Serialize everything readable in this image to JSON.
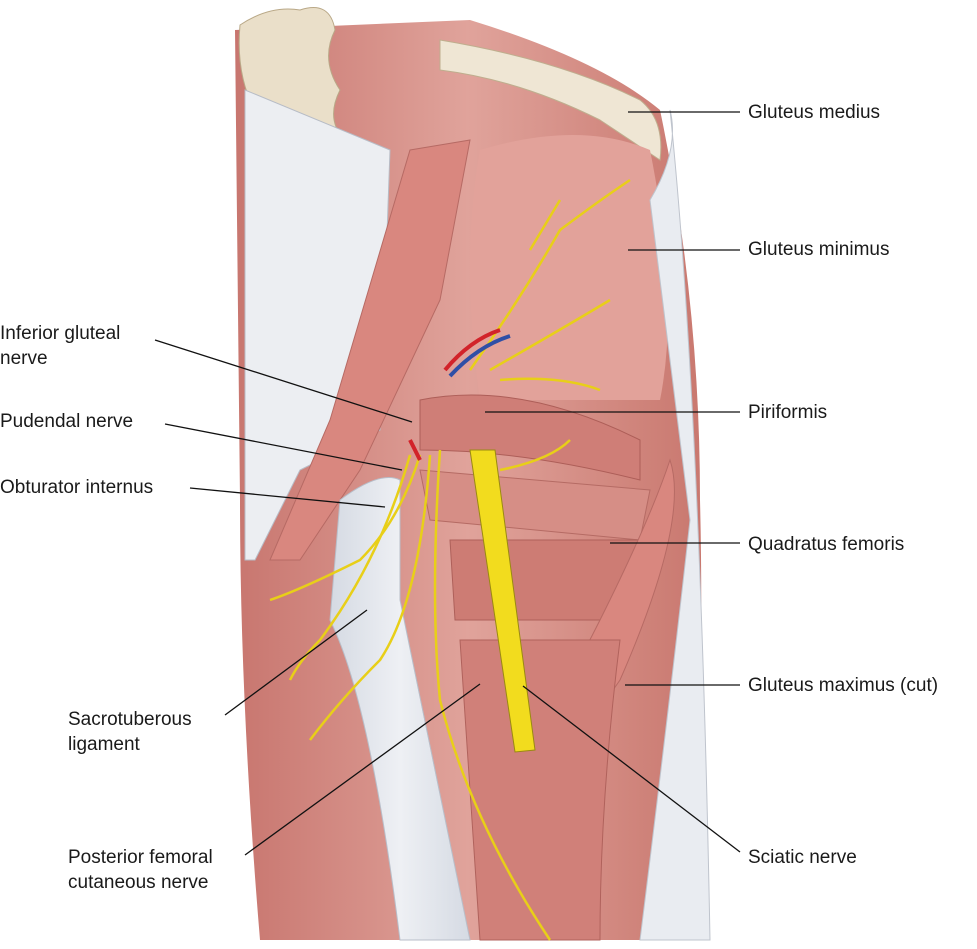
{
  "labels": {
    "gluteus_medius": "Gluteus medius",
    "gluteus_minimus": "Gluteus minimus",
    "inferior_gluteal_nerve": [
      "Inferior gluteal",
      "nerve"
    ],
    "pudendal_nerve": "Pudendal nerve",
    "obturator_internus": "Obturator internus",
    "piriformis": "Piriformis",
    "quadratus_femoris": "Quadratus femoris",
    "gluteus_maximus_cut": "Gluteus maximus (cut)",
    "sacrotuberous_ligament": [
      "Sacrotuberous",
      "ligament"
    ],
    "posterior_femoral_cutaneous_nerve": [
      "Posterior femoral",
      "cutaneous nerve"
    ],
    "sciatic_nerve": "Sciatic nerve"
  },
  "colors": {
    "muscle": "#d98f88",
    "muscle_light": "#eebcb4",
    "muscle_dark": "#c0706a",
    "ligament": "#dfe3ea",
    "bone": "#eadfc9",
    "nerve": "#f2dc1e",
    "artery": "#d2232a",
    "vein": "#2f4fa6"
  }
}
